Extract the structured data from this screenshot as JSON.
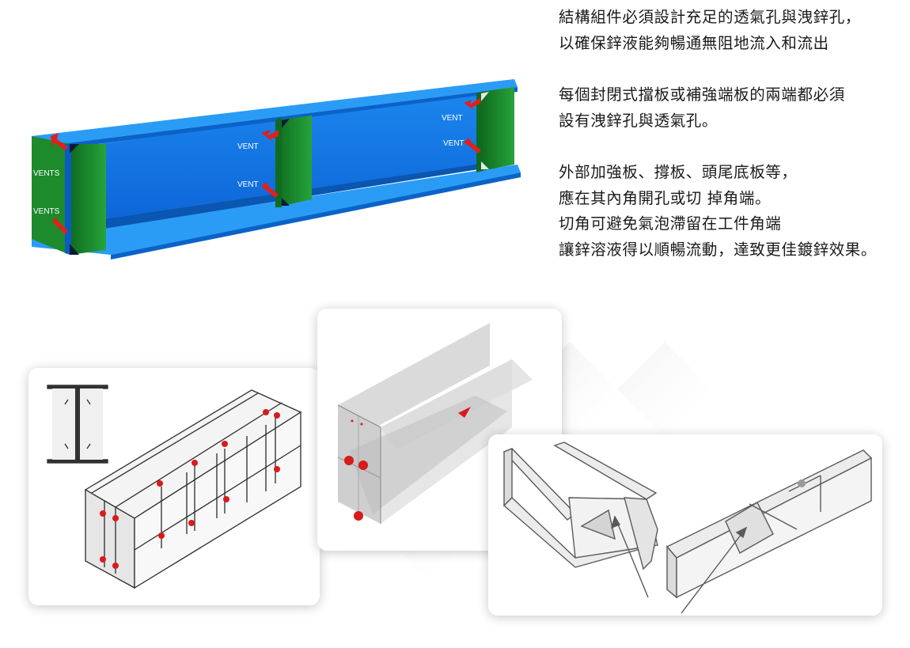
{
  "paragraphs": [
    {
      "lines": [
        "結構組件必須設計充足的透氣孔與洩鋅孔，",
        "以確保鋅液能夠暢通無阻地流入和流出"
      ]
    },
    {
      "lines": [
        "每個封閉式擋板或補強端板的兩端都必須",
        "設有洩鋅孔與透氣孔。"
      ]
    },
    {
      "lines": [
        "外部加強板、撐板、頭尾底板等，",
        "應在其內角開孔或切 掉角端。",
        "切角可避免氣泡滯留在工件角端",
        "讓鋅溶液得以順暢流動，達致更佳鍍鋅效果。"
      ]
    }
  ],
  "hero_labels": {
    "vents_top": "VENTS",
    "vents_bottom": "VENTS",
    "vent_1": "VENT",
    "vent_2": "VENT",
    "vent_3": "VENT",
    "vent_4": "VENT"
  },
  "colors": {
    "beam_blue": "#1a8cf0",
    "beam_dark_blue": "#0a5cc4",
    "plate_green": "#1d8a2c",
    "arrow_red": "#e0201c",
    "text": "#1a1a1a"
  }
}
